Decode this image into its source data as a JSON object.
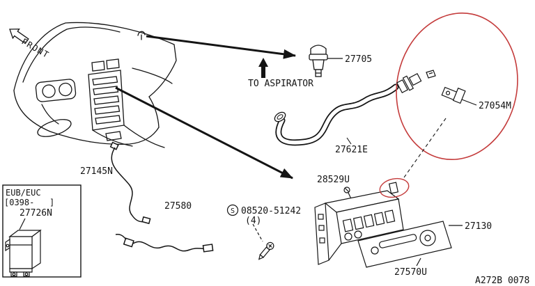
{
  "colors": {
    "highlight": "#c43b3b",
    "ink": "#141414"
  },
  "labels": {
    "front": "FRONT",
    "to_aspirator": "TO ASPIRATOR",
    "variant_line1": "EUB/EUC",
    "variant_line2": "[0398-   ]",
    "screw_symbol": "S",
    "screw_qty": "(4)",
    "ref_code": "A272B 0078"
  },
  "parts": {
    "sensor": "27705",
    "connector": "27054M",
    "hose": "27621E",
    "cable": "27145N",
    "ecu": "27726N",
    "harness": "27580",
    "screw_small": "28529U",
    "screw_long": "08520-51242",
    "control_assembly": "27130",
    "faceplate": "27570U"
  }
}
